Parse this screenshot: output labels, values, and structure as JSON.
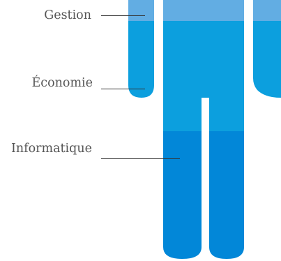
{
  "labels": {
    "gestion": "Gestion",
    "economie": "Économie",
    "informatique": "Informatique"
  },
  "colors": {
    "top_band": "#62ADE3",
    "middle_band": "#0C9FDE",
    "bottom_band": "#0287D8",
    "leader_line": "#333333",
    "label_text": "#555555",
    "background": "#FFFFFF"
  }
}
